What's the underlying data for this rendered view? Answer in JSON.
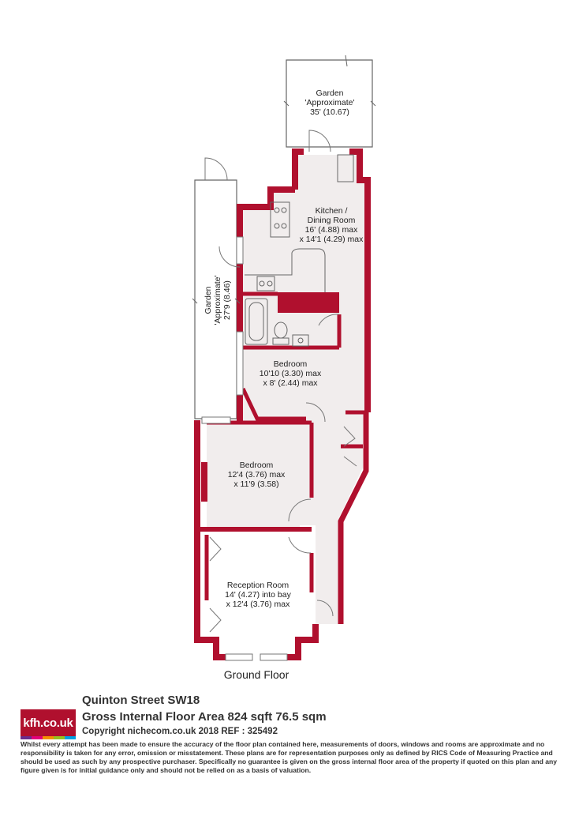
{
  "rooms": {
    "garden_rear": {
      "name": "Garden",
      "qualifier": "'Approximate'",
      "dims": "35' (10.67)"
    },
    "kitchen": {
      "name_line1": "Kitchen /",
      "name_line2": "Dining Room",
      "dims1": "16' (4.88) max",
      "dims2": "x 14'1 (4.29) max"
    },
    "garden_side": {
      "name": "Garden",
      "qualifier": "'Approximate'",
      "dims": "27'9 (8.46)"
    },
    "bedroom2": {
      "name": "Bedroom",
      "dims1": "10'10 (3.30) max",
      "dims2": "x 8' (2.44) max"
    },
    "bedroom1": {
      "name": "Bedroom",
      "dims1": "12'4 (3.76) max",
      "dims2": "x 11'9 (3.58)"
    },
    "reception": {
      "name": "Reception Room",
      "dims1": "14' (4.27) into bay",
      "dims2": "x 12'4 (3.76) max"
    }
  },
  "floor_name": "Ground Floor",
  "footer": {
    "logo_text": "kfh.co.uk",
    "logo_colors": [
      "#6a2c8c",
      "#e2007a",
      "#f39200",
      "#95c11f",
      "#009fe3"
    ],
    "address": "Quinton Street SW18",
    "gross_area": "Gross Internal Floor Area 824 sqft 76.5 sqm",
    "copyright": "Copyright nichecom.co.uk 2018 REF : 325492",
    "disclaimer": "Whilst every attempt has been made to ensure the accuracy of the floor plan contained here, measurements of doors, windows and rooms are approximate and no responsibility is taken for any error, omission or misstatement.  These plans are for representation purposes only as defined by RICS Code of Measuring Practice and should be used as such by any prospective purchaser.  Specifically no guarantee is given on the gross internal floor area of the property if quoted on this plan and any figure given is for initial guidance only and should not be relied on as a basis of valuation."
  },
  "colors": {
    "wall": "#b0102e",
    "floor": "#f1eded",
    "line": "#555555"
  }
}
